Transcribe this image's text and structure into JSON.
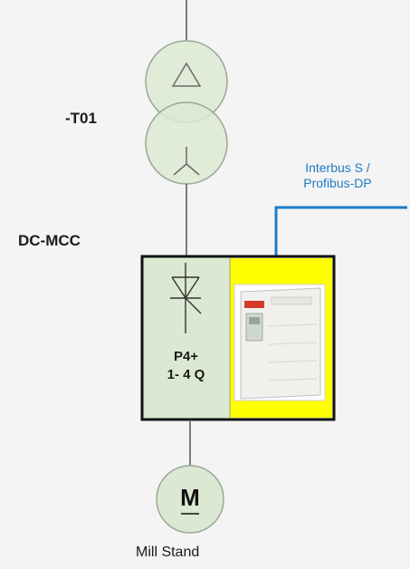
{
  "transformer": {
    "label": "-T01"
  },
  "bus": {
    "line1": "Interbus S /",
    "line2": "Profibus-DP",
    "color": "#1e7bc4"
  },
  "mcc": {
    "label": "DC-MCC"
  },
  "converter": {
    "line1": "P4+",
    "line2": "1- 4 Q",
    "fill": "#dce9d2"
  },
  "drive_panel": {
    "fill": "#ffff00"
  },
  "motor": {
    "symbol": "M",
    "label": "Mill Stand",
    "fill": "#dce9d2"
  },
  "colors": {
    "winding_fill": "#dce9d2",
    "winding_stroke": "#9aa89a",
    "line": "#555555"
  }
}
